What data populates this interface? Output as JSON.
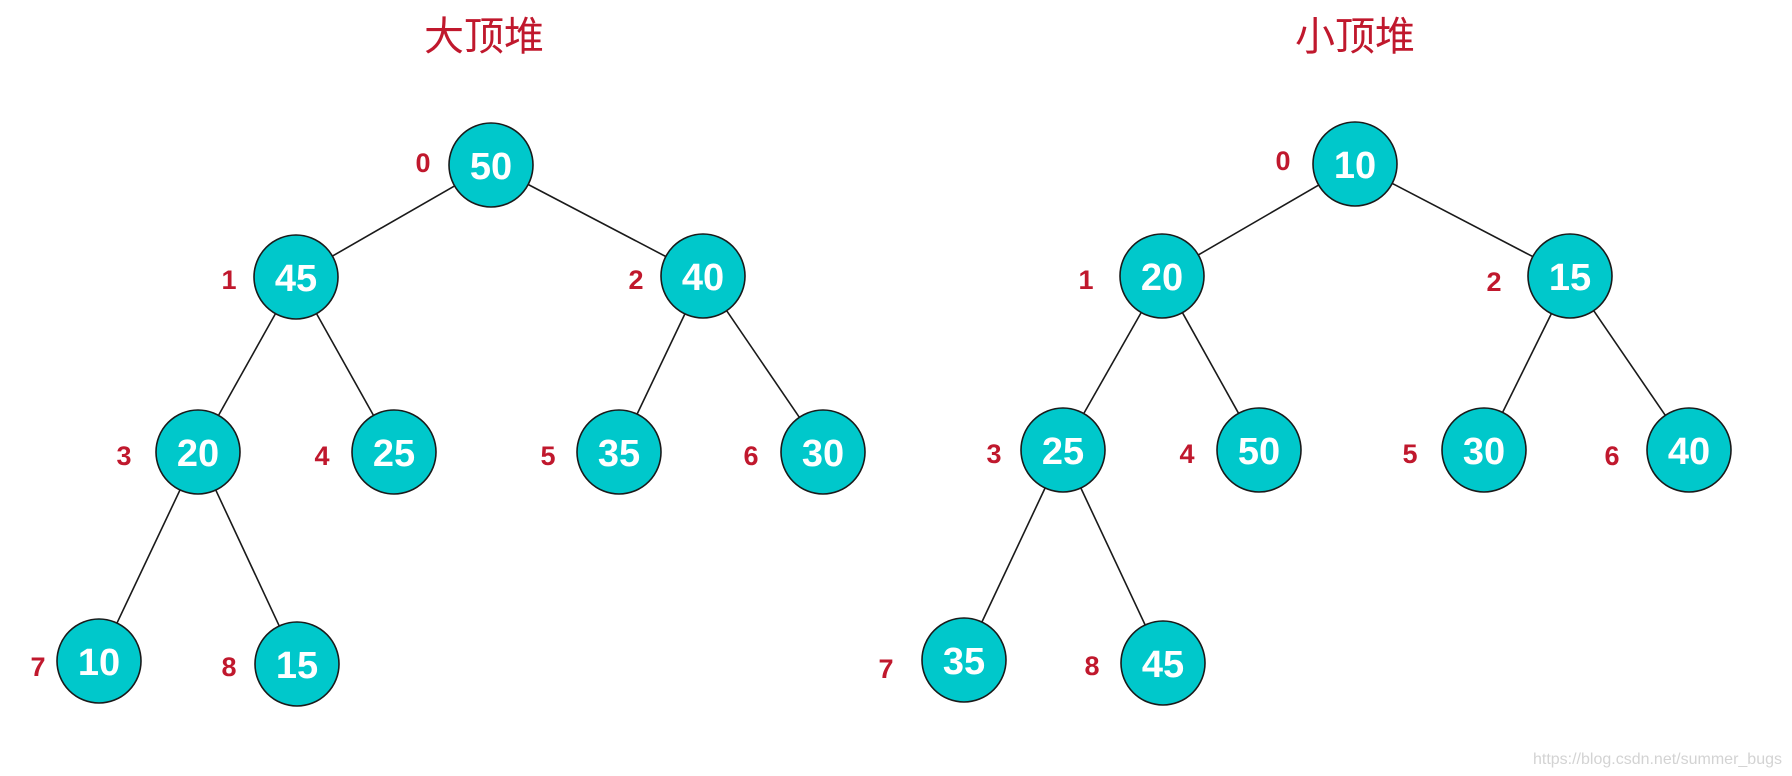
{
  "colors": {
    "node_fill": "#00C8CB",
    "node_stroke": "#1A1A1A",
    "node_text": "#FFFFFF",
    "label": "#C0182D",
    "edge": "#1A1A1A",
    "watermark": "#D3D3D3"
  },
  "heaps": [
    {
      "title": "大顶堆",
      "nodes": [
        {
          "index": "0",
          "value": "50"
        },
        {
          "index": "1",
          "value": "45"
        },
        {
          "index": "2",
          "value": "40"
        },
        {
          "index": "3",
          "value": "20"
        },
        {
          "index": "4",
          "value": "25"
        },
        {
          "index": "5",
          "value": "35"
        },
        {
          "index": "6",
          "value": "30"
        },
        {
          "index": "7",
          "value": "10"
        },
        {
          "index": "8",
          "value": "15"
        }
      ]
    },
    {
      "title": "小顶堆",
      "nodes": [
        {
          "index": "0",
          "value": "10"
        },
        {
          "index": "1",
          "value": "20"
        },
        {
          "index": "2",
          "value": "15"
        },
        {
          "index": "3",
          "value": "25"
        },
        {
          "index": "4",
          "value": "50"
        },
        {
          "index": "5",
          "value": "30"
        },
        {
          "index": "6",
          "value": "40"
        },
        {
          "index": "7",
          "value": "35"
        },
        {
          "index": "8",
          "value": "45"
        }
      ]
    }
  ],
  "watermark": "https://blog.csdn.net/summer_bugs"
}
